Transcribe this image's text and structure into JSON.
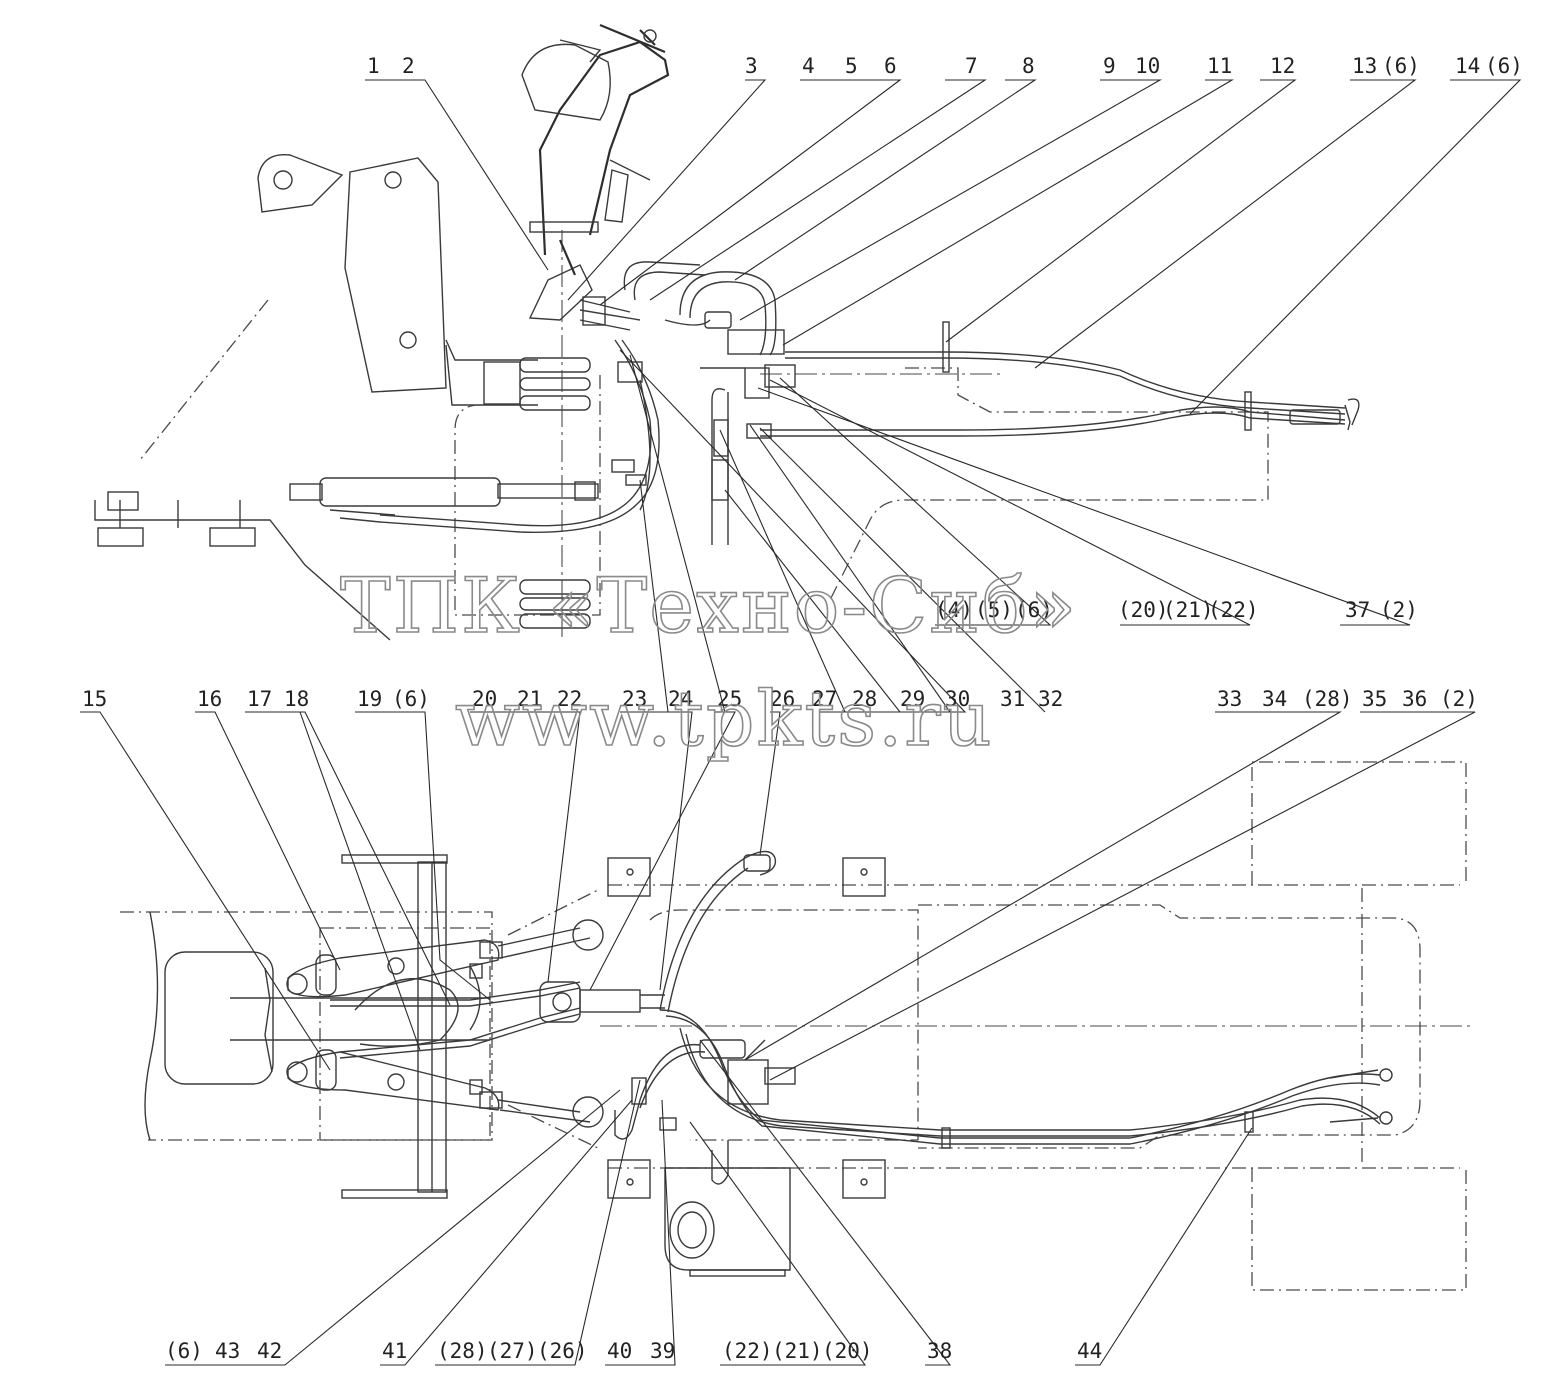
{
  "watermark": {
    "line1": "ТПК «Техно-Сиб»",
    "line2": "www.tpkts.ru"
  },
  "callouts_top": [
    "1",
    "2",
    "3",
    "4",
    "5",
    "6",
    "7",
    "8",
    "9",
    "10",
    "11",
    "12",
    "13",
    "(6)",
    "14",
    "(6)",
    "(4)",
    "(5)",
    "(6)",
    "(20)",
    "(21)",
    "(22)",
    "37",
    "(2)"
  ],
  "callouts_mid": [
    "15",
    "16",
    "17",
    "18",
    "19",
    "(6)",
    "20",
    "21",
    "22",
    "23",
    "24",
    "25",
    "26",
    "27",
    "28",
    "29",
    "30",
    "31",
    "32",
    "33",
    "34",
    "(28)",
    "35",
    "36",
    "(2)"
  ],
  "callouts_bottom": [
    "(6)",
    "43",
    "42",
    "41",
    "(28)",
    "(27)",
    "(26)",
    "40",
    "39",
    "(22)",
    "(21)",
    "(20)",
    "38",
    "44"
  ]
}
